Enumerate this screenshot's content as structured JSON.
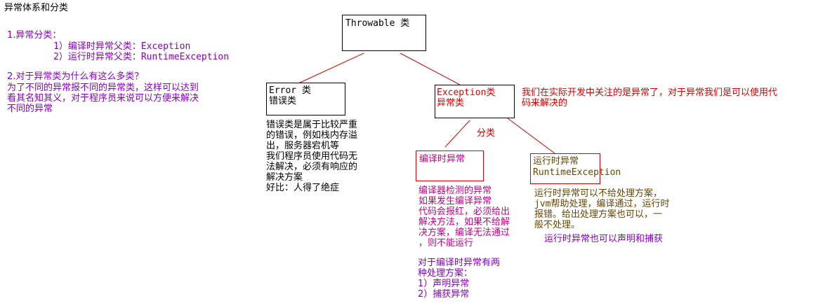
{
  "title": "异常体系和分类",
  "left": {
    "heading1": "1.异常分类：",
    "items": [
      "1）编译时异常父类：Exception",
      "2）运行时异常父类：RuntimeException"
    ],
    "heading2": "2.对于异常类为什么有这么多类？",
    "answer_lines": [
      "为了不同的异常报不同的异常类，这样可以达到",
      "看其名知其义，对于程序员来说可以方便来解决",
      "不同的异常"
    ]
  },
  "nodes": {
    "throwable": "Throwable 类",
    "error": [
      "Error 类",
      "错误类"
    ],
    "exception": [
      "Exception类",
      "异常类"
    ],
    "compile": "编译时异常",
    "runtime": [
      "运行时异常",
      "RuntimeException"
    ]
  },
  "labels": {
    "classify": "分类",
    "exception_note": [
      "我们在实际开发中关注的是异常了，对于异常我们是可以使用代",
      "码来解决的"
    ]
  },
  "notes": {
    "error_desc": [
      "错误类是属于比较严重",
      "的错误，例如栈内存溢",
      "出，服务器宕机等",
      "我们程序员使用代码无",
      "法解决，必须有响应的",
      "解决方案",
      "好比：人得了绝症"
    ],
    "compile_desc": [
      "编译器检测的异常",
      "如果发生编译异常",
      "代码会报红，必须给出",
      "解决方法，如果不给解",
      "决方案，编译无法通过",
      "，则不能运行"
    ],
    "compile_handling": [
      "对于编译时异常有两",
      "种处理方案：",
      "1）声明异常",
      "2）捕获异常"
    ],
    "runtime_desc": [
      "运行时异常可以不给处理方案，",
      "jvm帮助处理，编译通过，运行时",
      "报错。给出处理方案也可以，一",
      "般不处理。"
    ],
    "runtime_extra": "运行时异常也可以声明和捕获"
  },
  "colors": {
    "purple": "#8800cc",
    "red": "#dd0000",
    "magenta": "#cc0088",
    "brown": "#6b4400",
    "black": "#000000"
  }
}
